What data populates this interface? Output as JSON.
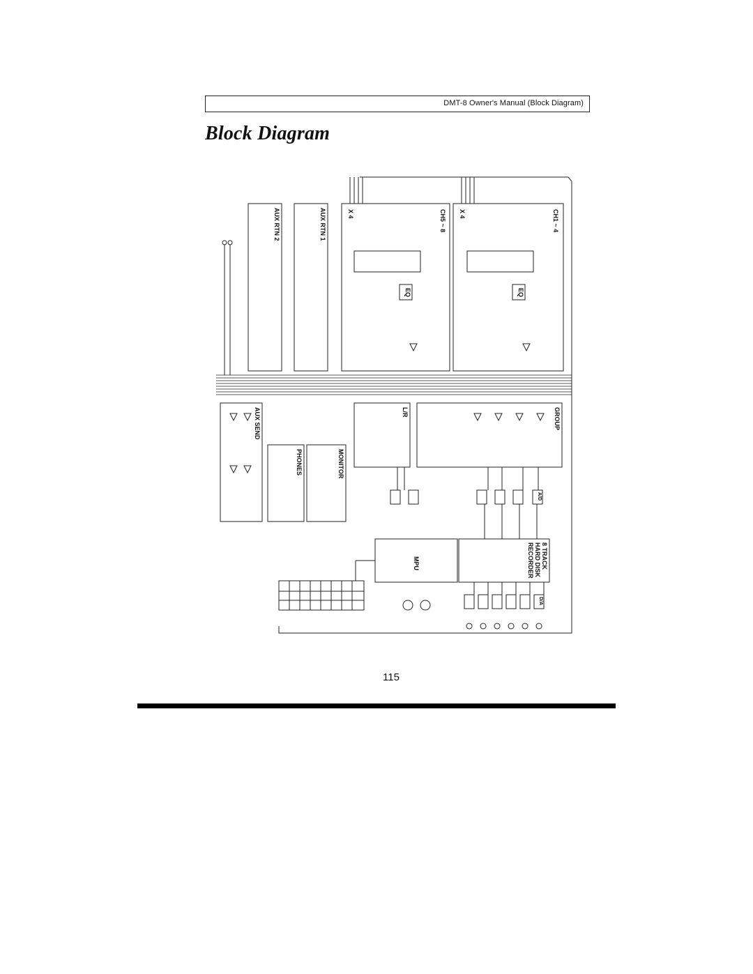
{
  "header": {
    "manual_title": "DMT-8 Owner's Manual (Block Diagram)"
  },
  "page_title": "Block Diagram",
  "diagram": {
    "labels": {
      "ch1_4": "CH1 ~ 4",
      "ch5_8": "CH5 ~ 8",
      "x4_a": "X 4",
      "x4_b": "X 4",
      "eq_a": "EQ",
      "eq_b": "EQ",
      "aux_rtn1": "AUX RTN 1",
      "aux_rtn2": "AUX RTN 2",
      "group": "GROUP",
      "lr": "L/R",
      "monitor": "MONITOR",
      "phones": "PHONES",
      "aux_send": "AUX SEND",
      "recorder": "8 TRACK HARD DISK RECORDER",
      "mpu": "MPU",
      "ad": "A/D",
      "da": "D/A"
    }
  },
  "page_number": "115"
}
